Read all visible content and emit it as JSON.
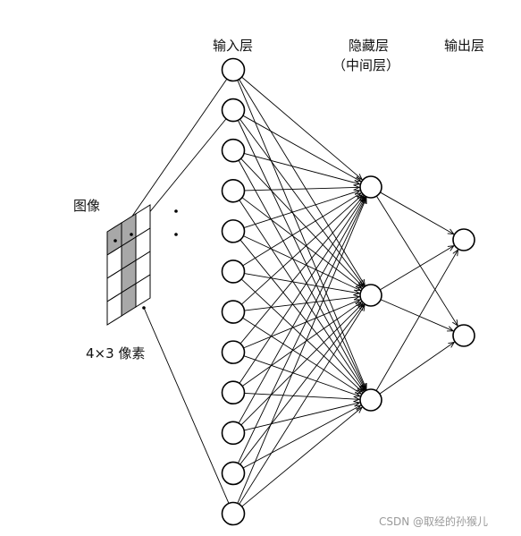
{
  "labels": {
    "input_layer": "输入层",
    "hidden_layer": "隐藏层",
    "hidden_layer_sub": "（中间层）",
    "output_layer": "输出层",
    "image": "图像",
    "pixel_caption": "4×3 像素"
  },
  "network": {
    "input_count": 12,
    "hidden_count": 3,
    "output_count": 2,
    "image_grid": {
      "rows": 4,
      "cols": 3
    },
    "shaded_cells": [
      [
        0,
        0
      ],
      [
        0,
        1
      ],
      [
        1,
        1
      ],
      [
        2,
        1
      ],
      [
        3,
        1
      ]
    ]
  },
  "colors": {
    "line": "#000000",
    "shade": "#a8a8a8",
    "node_fill": "#ffffff",
    "watermark": "#9a9a9a"
  },
  "watermark": "CSDN @取经的孙猴儿"
}
